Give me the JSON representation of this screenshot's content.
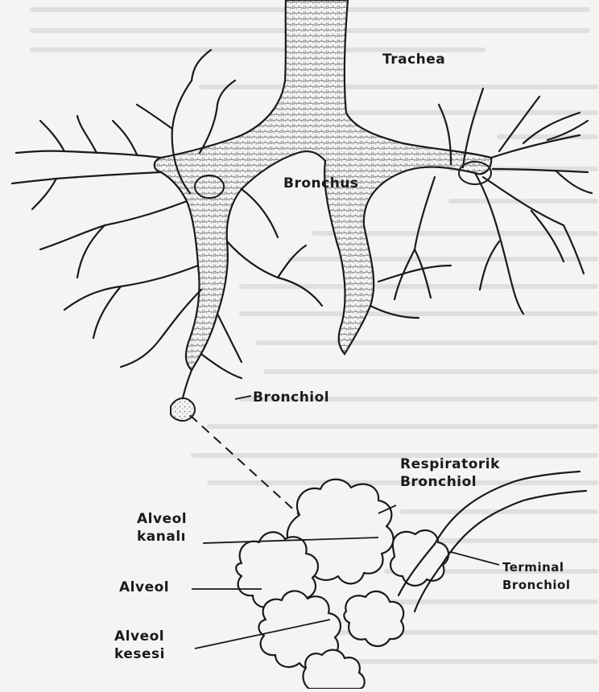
{
  "labels": {
    "trachea": "Trachea",
    "bronchus": "Bronchus",
    "bronchiol": "Bronchiol",
    "respiratorik_bronchiol_1": "Respiratorik",
    "respiratorik_bronchiol_2": "Bronchiol",
    "alveol_kanali_1": "Alveol",
    "alveol_kanali_2": "kanalı",
    "alveol": "Alveol",
    "alveol_kesesi_1": "Alveol",
    "alveol_kesesi_2": "kesesi",
    "terminal_bronchiol_1": "Terminal",
    "terminal_bronchiol_2": "Bronchiol"
  },
  "colors": {
    "ink": "#1a1a1a",
    "paper": "#f4f4f2",
    "stipple": "#8a8a8a",
    "bleed_text": "#c9c9c9"
  }
}
